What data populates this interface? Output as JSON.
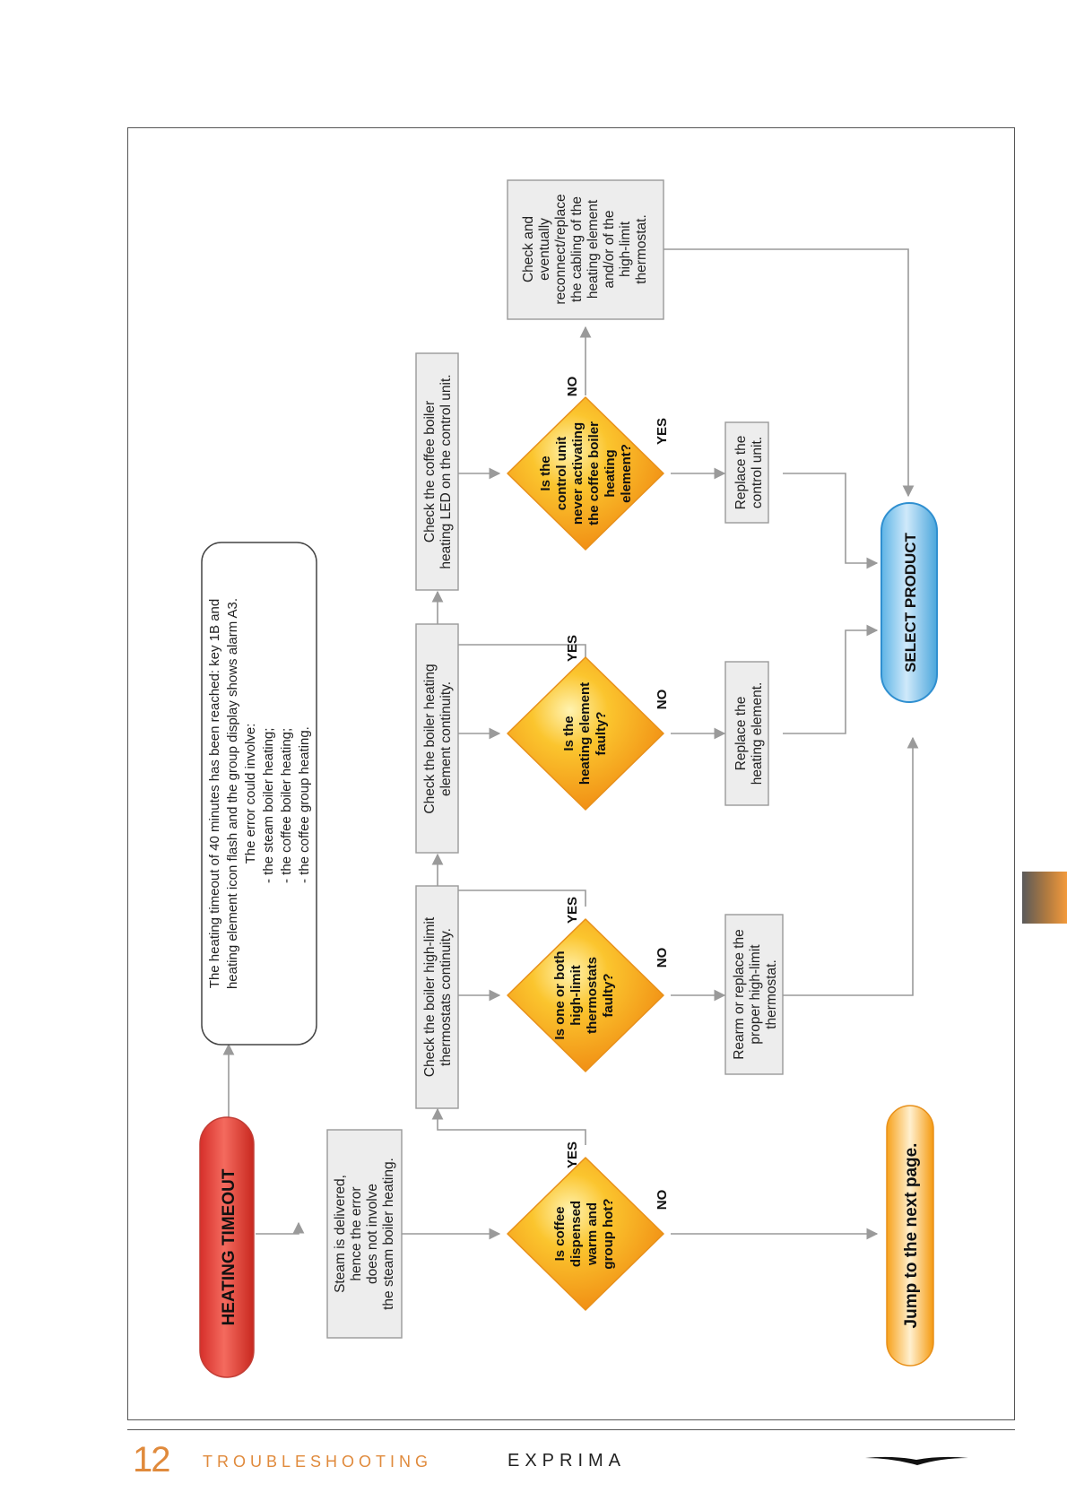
{
  "start": {
    "label": "HEATING TIMEOUT"
  },
  "note": {
    "lines": [
      "The heating timeout of 40 minutes has been reached: key 1B and",
      "heating element icon flash and the group display shows alarm A3.",
      "The error could involve:",
      "- the steam boiler heating;",
      "- the coffee boiler heating;",
      "- the coffee group heating."
    ]
  },
  "steam_box": {
    "lines": [
      "Steam is delivered,",
      "hence the error",
      "does not involve",
      "the steam boiler heating."
    ]
  },
  "q1": {
    "lines": [
      "Is coffee",
      "dispensed",
      "warm and",
      "group hot?"
    ],
    "yes": "YES",
    "no": "NO"
  },
  "jump": {
    "label": "Jump to the next page."
  },
  "check1": {
    "lines": [
      "Check the boiler high-limit",
      "thermostats continuity."
    ]
  },
  "q2": {
    "lines": [
      "Is one or both",
      "high-limit",
      "thermostats",
      "faulty?"
    ],
    "yes": "YES",
    "no": "NO"
  },
  "action2": {
    "lines": [
      "Rearm or replace the",
      "proper high-limit",
      "thermostat."
    ]
  },
  "check2": {
    "lines": [
      "Check the boiler heating",
      "element continuity."
    ]
  },
  "q3": {
    "lines": [
      "Is the",
      "heating element",
      "faulty?"
    ],
    "yes": "YES",
    "no": "NO"
  },
  "action3": {
    "lines": [
      "Replace the",
      "heating element."
    ]
  },
  "check3": {
    "lines": [
      "Check the coffee boiler",
      "heating LED on the control unit."
    ]
  },
  "q4": {
    "lines": [
      "Is the",
      "control unit",
      "never activating",
      "the coffee boiler",
      "heating",
      "element?"
    ],
    "yes": "YES",
    "no": "NO"
  },
  "action4_yes": {
    "lines": [
      "Replace the",
      "control unit."
    ]
  },
  "action4_no": {
    "lines": [
      "Check and",
      "eventually",
      "reconnect/replace",
      "the cabling of the",
      "heating element",
      "and/or of the",
      "high-limit",
      "thermostat."
    ]
  },
  "end": {
    "label": "SELECT PRODUCT"
  },
  "footer": {
    "page_number": "12",
    "section": "TROUBLESHOOTING",
    "brand": "EXPRIMA"
  },
  "colors": {
    "start_red": "#e8453c",
    "decision_yellow": "#f7b21e",
    "end_blue": "#9fd2f2",
    "jump_orange": "#f5a623",
    "accent_orange": "#e08a3c"
  }
}
